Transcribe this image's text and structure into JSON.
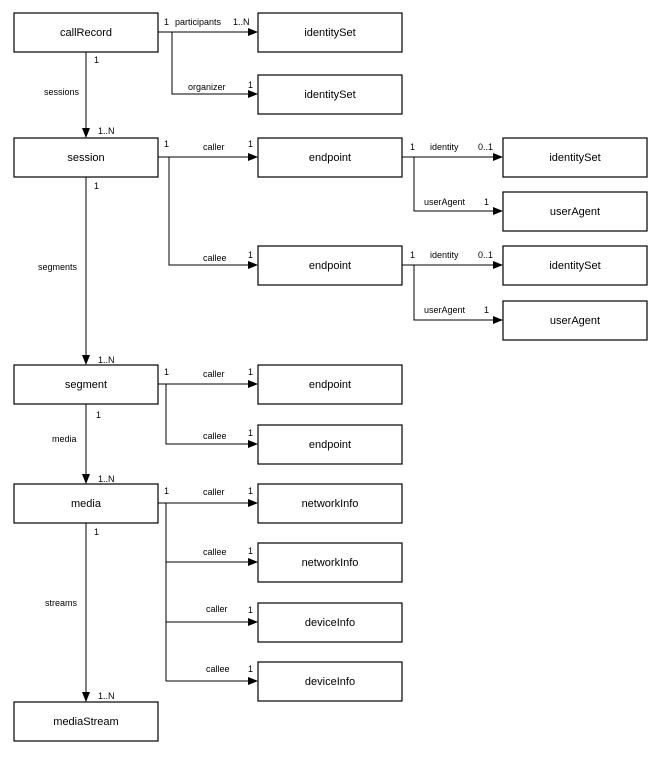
{
  "entities": {
    "callRecord": "callRecord",
    "session": "session",
    "segment": "segment",
    "media": "media",
    "mediaStream": "mediaStream",
    "identitySet": "identitySet",
    "endpoint": "endpoint",
    "userAgent": "userAgent",
    "networkInfo": "networkInfo",
    "deviceInfo": "deviceInfo"
  },
  "relations": {
    "participants": "participants",
    "organizer": "organizer",
    "sessions": "sessions",
    "segments": "segments",
    "media": "media",
    "streams": "streams",
    "caller": "caller",
    "callee": "callee",
    "identity": "identity",
    "userAgent": "userAgent"
  },
  "multiplicity": {
    "one": "1",
    "oneToMany": "1..N",
    "zeroToOne": "0..1"
  }
}
